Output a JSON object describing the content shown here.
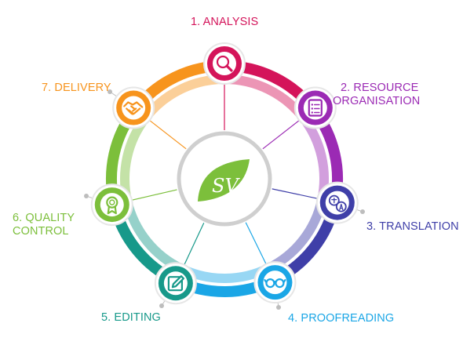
{
  "colors": {
    "analysis": "#d4145a",
    "resource": "#9b2ab4",
    "translation": "#3f3fa8",
    "proofreading": "#1aa6e6",
    "editing": "#17998a",
    "quality": "#7cbf3b",
    "delivery": "#f7941d",
    "logo": "#7cbf3b",
    "hub": "#cfcfcf"
  },
  "steps": [
    {
      "key": "analysis",
      "label": "1. ANALYSIS",
      "icon": "magnifier-icon"
    },
    {
      "key": "resource",
      "label_line1": "2. RESOURCE",
      "label_line2": "ORGANISATION",
      "icon": "document-list-icon"
    },
    {
      "key": "translation",
      "label": "3. TRANSLATION",
      "icon": "translate-icon"
    },
    {
      "key": "proofreading",
      "label": "4. PROOFREADING",
      "icon": "glasses-icon"
    },
    {
      "key": "editing",
      "label": "5. EDITING",
      "icon": "edit-icon"
    },
    {
      "key": "quality",
      "label_line1": "6. QUALITY",
      "label_line2": "CONTROL",
      "icon": "award-ribbon-icon"
    },
    {
      "key": "delivery",
      "label": "7. DELIVERY",
      "icon": "handshake-icon"
    }
  ],
  "logo": {
    "icon": "leaf-logo-icon",
    "text": "SV"
  }
}
